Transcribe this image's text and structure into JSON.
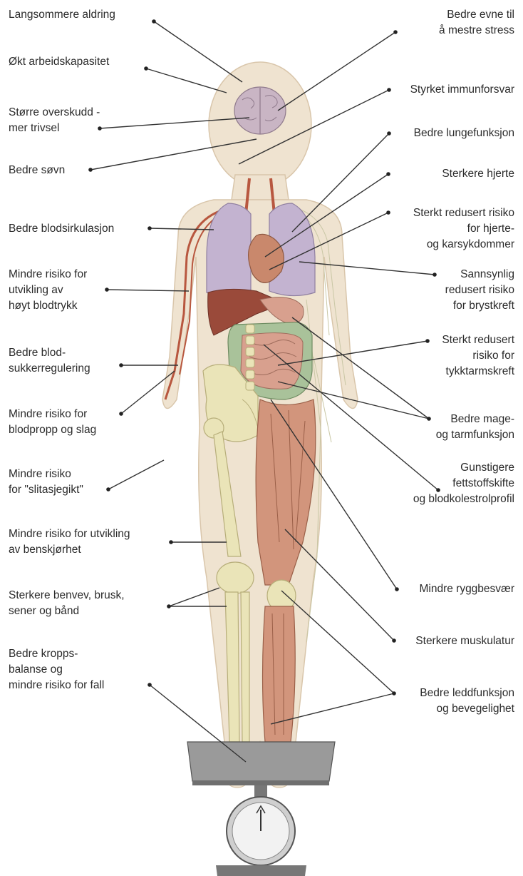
{
  "left_labels": [
    {
      "text": "Langsommere aldring"
    },
    {
      "text": "Økt arbeidskapasitet"
    },
    {
      "text": "Større overskudd -\nmer trivsel"
    },
    {
      "text": "Bedre søvn"
    },
    {
      "text": "Bedre blodsirkulasjon"
    },
    {
      "text": "Mindre risiko for\nutvikling av\nhøyt blodtrykk"
    },
    {
      "text": "Bedre blod-\nsukkerregulering"
    },
    {
      "text": "Mindre risiko for\nblodpropp og slag"
    },
    {
      "text": "Mindre risiko\nfor \"slitasjegikt\""
    },
    {
      "text": "Mindre risiko for utvikling\nav benskjørhet"
    },
    {
      "text": "Sterkere benvev, brusk,\nsener og bånd"
    },
    {
      "text": "Bedre kropps-\nbalanse og\nmindre risiko for fall"
    }
  ],
  "right_labels": [
    {
      "text": "Bedre evne til\nå mestre stress"
    },
    {
      "text": "Styrket immunforsvar"
    },
    {
      "text": "Bedre lungefunksjon"
    },
    {
      "text": "Sterkere hjerte"
    },
    {
      "text": "Sterkt redusert risiko\nfor hjerte-\nog karsykdommer"
    },
    {
      "text": "Sannsynlig\nredusert risiko\nfor brystkreft"
    },
    {
      "text": "Sterkt redusert\nrisiko for\ntykktarmskreft"
    },
    {
      "text": "Bedre mage-\nog tarmfunksjon"
    },
    {
      "text": "Gunstigere\nfettstoffskifte\nog blodkolestrolprofil"
    },
    {
      "text": "Mindre ryggbesvær"
    },
    {
      "text": "Sterkere muskulatur"
    },
    {
      "text": "Bedre leddfunksjon\nog bevegelighet"
    }
  ],
  "colors": {
    "skin": "#efe3d0",
    "skin_edge": "#d9c6ab",
    "brain": "#c9b5c4",
    "lung": "#c3b3d0",
    "heart": "#c9886c",
    "liver": "#9a4a3a",
    "intestine_small": "#d8a08e",
    "intestine_large": "#a9c29a",
    "bone": "#eae4b8",
    "muscle": "#d2957c",
    "vessel": "#b8573f",
    "scale": "#8c8c8c",
    "line": "#333333"
  }
}
